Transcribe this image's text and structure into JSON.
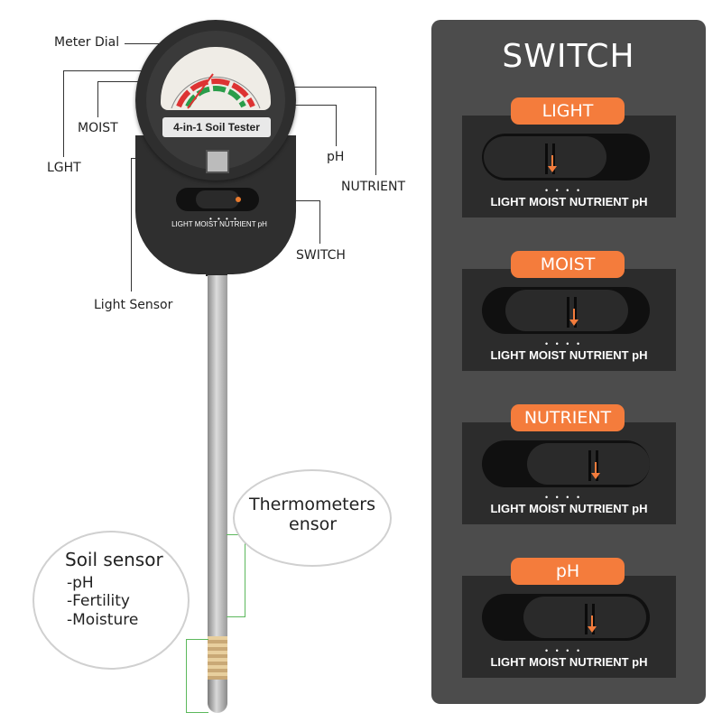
{
  "callouts": {
    "meter_dial": "Meter Dial",
    "moist": "MOIST",
    "lght": "LGHT",
    "ph": "pH",
    "nutrient": "NUTRIENT",
    "switch": "SWITCH",
    "light_sensor": "Light Sensor"
  },
  "device": {
    "label": "4-in-1 Soil Tester",
    "mode_dots": "• • • •",
    "mode_text": "LIGHT MOIST NUTRIENT pH"
  },
  "bubbles": {
    "thermo_line1": "Thermometers",
    "thermo_line2": "ensor",
    "soil_title": "Soil sensor",
    "soil_items": [
      "-pH",
      "-Fertility",
      "-Moisture"
    ]
  },
  "switch_panel": {
    "title": "SWITCH",
    "dots": "• • • •",
    "modes": [
      {
        "name": "LIGHT",
        "labels": "LIGHT MOIST NUTRIENT pH",
        "position": 0
      },
      {
        "name": "MOIST",
        "labels": "LIGHT MOIST NUTRIENT pH",
        "position": 1
      },
      {
        "name": "NUTRIENT",
        "labels": "LIGHT MOIST NUTRIENT pH",
        "position": 2
      },
      {
        "name": "pH",
        "labels": "LIGHT MOIST NUTRIENT pH",
        "position": 3
      }
    ]
  },
  "colors": {
    "accent": "#f47c3c",
    "panel": "#4c4c4c",
    "card": "#2c2c2c"
  }
}
